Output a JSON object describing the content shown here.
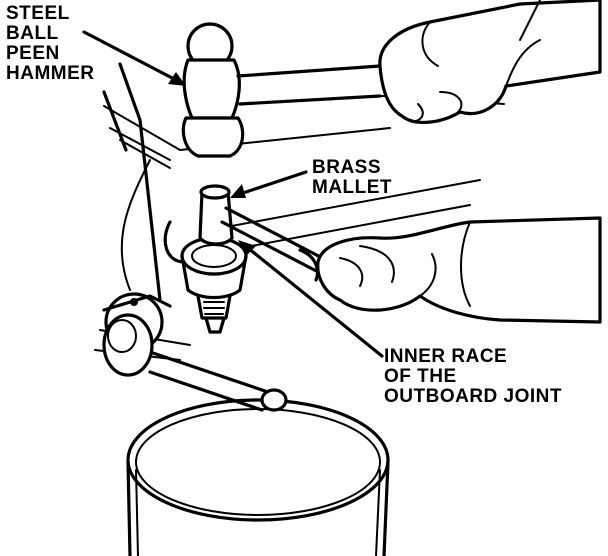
{
  "labels": {
    "hammer": [
      "STEEL",
      "BALL",
      "PEEN",
      "HAMMER"
    ],
    "mallet": [
      "BRASS",
      "MALLET"
    ],
    "race": [
      "INNER RACE",
      "OF THE",
      "OUTBOARD JOINT"
    ]
  },
  "colors": {
    "ink": "#000000",
    "paper": "#ffffff"
  }
}
